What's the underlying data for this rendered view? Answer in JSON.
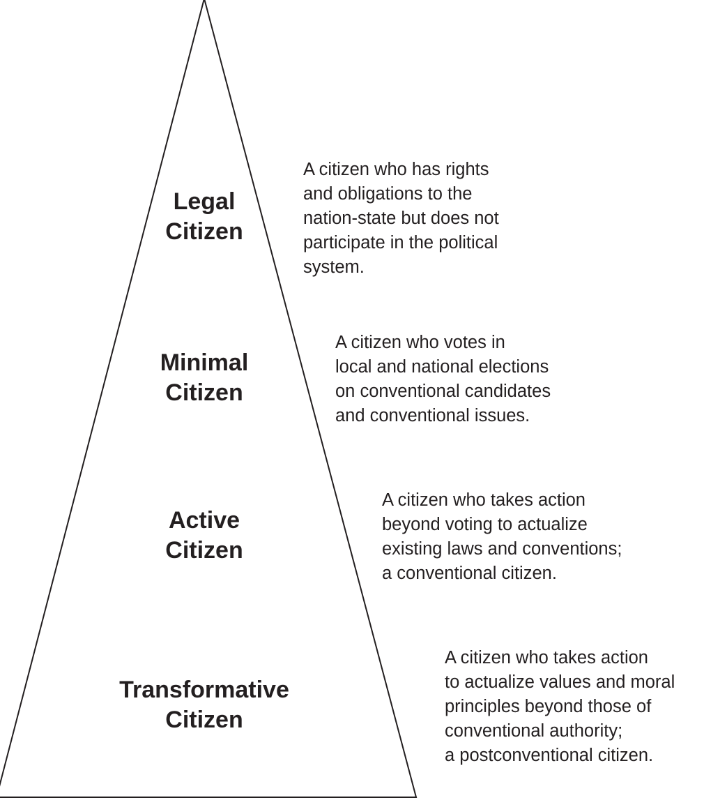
{
  "colors": {
    "outline": "#231f20",
    "text": "#231f20",
    "background": "#ffffff"
  },
  "levels": [
    {
      "name_lines": [
        "Legal",
        "Citizen"
      ],
      "description_lines": [
        "A citizen who has rights",
        "and obligations to the",
        "nation-state but does not",
        "participate in the political",
        "system."
      ]
    },
    {
      "name_lines": [
        "Minimal",
        "Citizen"
      ],
      "description_lines": [
        "A citizen who votes in",
        "local and national elections",
        "on conventional candidates",
        "and conventional issues."
      ]
    },
    {
      "name_lines": [
        "Active",
        "Citizen"
      ],
      "description_lines": [
        "A citizen who takes action",
        "beyond voting to actualize",
        "existing laws and conventions;",
        "a conventional citizen."
      ]
    },
    {
      "name_lines": [
        "Transformative",
        "Citizen"
      ],
      "description_lines": [
        "A citizen who takes action",
        "to actualize values and moral",
        "principles beyond those of",
        "conventional authority;",
        "a postconventional citizen."
      ]
    }
  ]
}
